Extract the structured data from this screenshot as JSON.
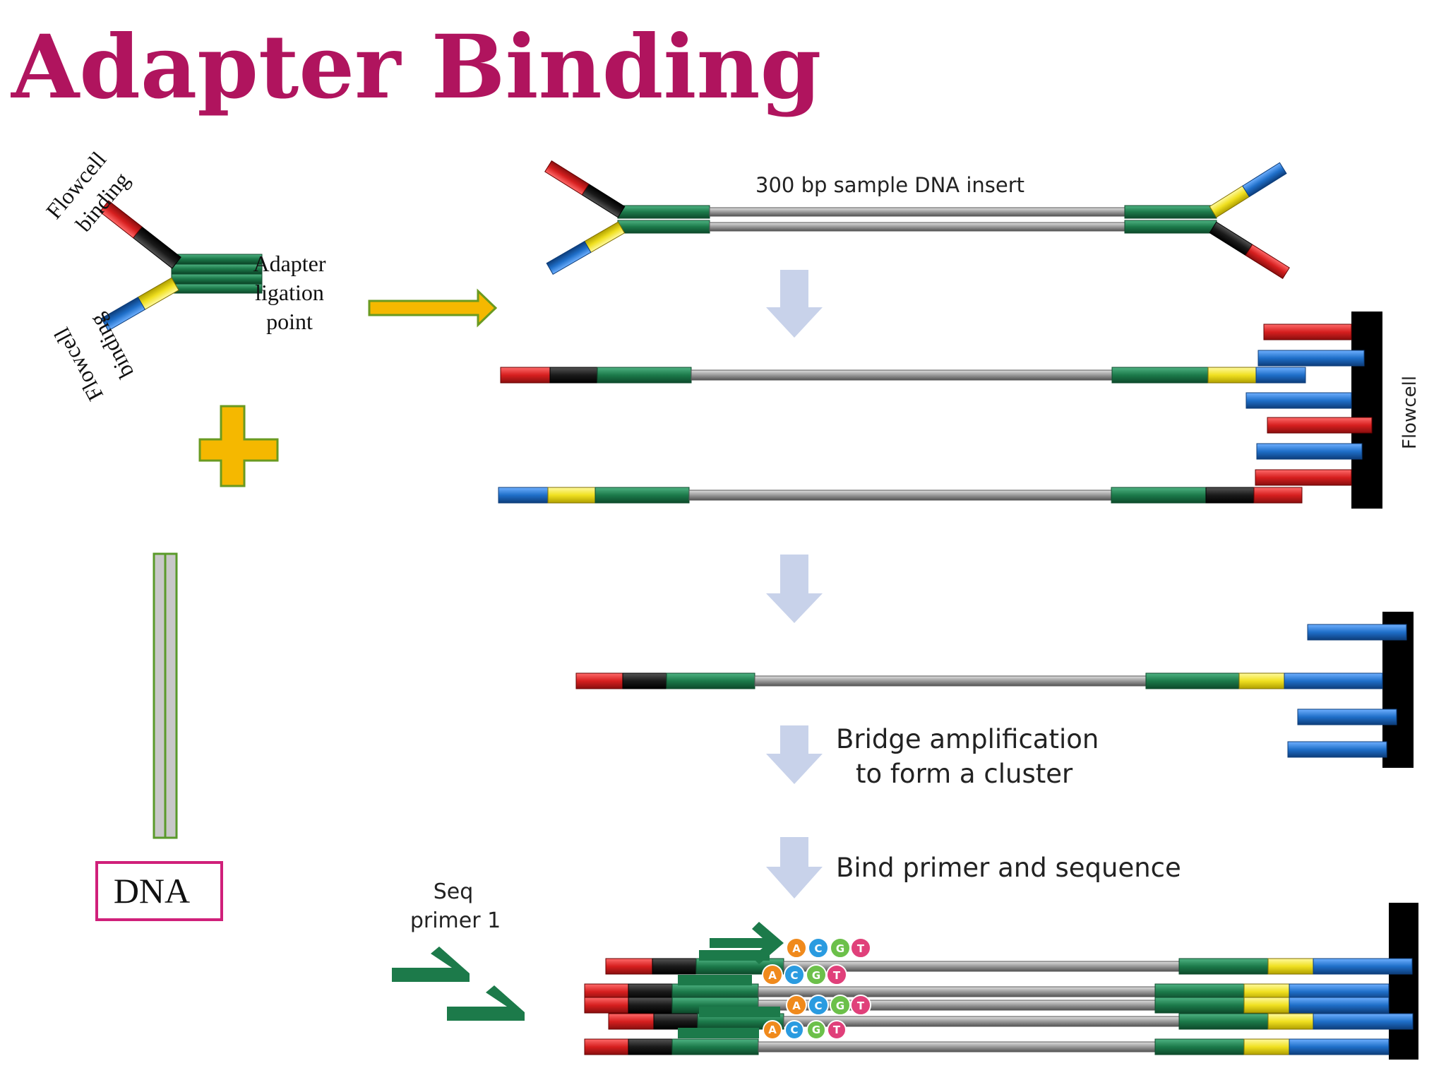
{
  "title": "Adapter Binding",
  "adapter_labels": {
    "top": [
      "Flowcell",
      "binding"
    ],
    "bottom": [
      "Flowcell",
      "binding"
    ],
    "ligation": [
      "Adapter",
      "ligation",
      "point"
    ]
  },
  "dna_label": "DNA",
  "insert_label": "300 bp sample DNA insert",
  "flowcell_label": "Flowcell",
  "bridge_label": [
    "Bridge amplification",
    "to form a cluster"
  ],
  "bind_label": "Bind primer and sequence",
  "seq_primer_label": [
    "Seq",
    "primer 1"
  ],
  "bases": [
    "A",
    "C",
    "G",
    "T"
  ],
  "colors": {
    "title": "#b0145e",
    "red": "#d61f1f",
    "black": "#1a1a1a",
    "green": "#1c7a4a",
    "yellow": "#f0e020",
    "blue": "#1f6fc9",
    "gray": "#9a9a9a",
    "orange": "#f5b800",
    "arrow": "#c8d2ea",
    "base_A": "#f08a1c",
    "base_C": "#2a9be0",
    "base_G": "#6cc04a",
    "base_T": "#e0407a"
  }
}
